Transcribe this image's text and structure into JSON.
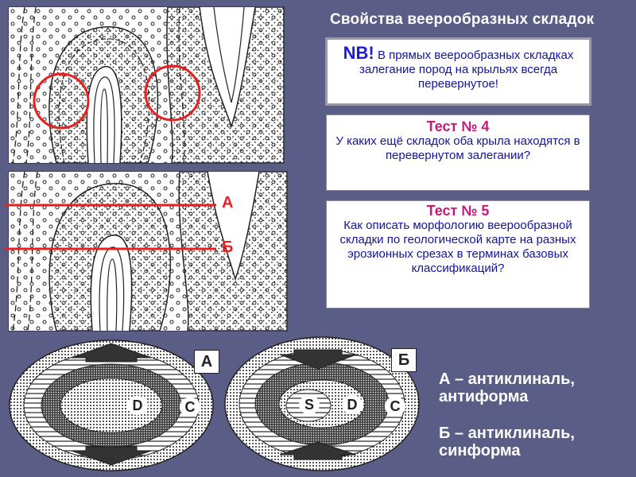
{
  "title": "Свойства веерообразных складок",
  "nb_box": {
    "prefix": "NB!",
    "text": "В прямых веерообразных складках залегание пород на крыльях всегда перевернутое!"
  },
  "test4": {
    "heading": "Тест № 4",
    "question": "У каких ещё складок оба крыла находятся в перевернутом залегании?"
  },
  "test5": {
    "heading": "Тест № 5",
    "question": "Как описать морфологию веерообразной складки по геологической карте на разных эрозионных срезах в терминах базовых классификаций?"
  },
  "section_labels": {
    "a": "А",
    "b": "Б"
  },
  "ellipse_a": {
    "label": "А",
    "layers": [
      "D",
      "C"
    ]
  },
  "ellipse_b": {
    "label": "Б",
    "layers": [
      "S",
      "D",
      "C"
    ]
  },
  "descriptions": {
    "a": "А – антиклиналь, антиформа",
    "b": "Б – антиклиналь, синформа"
  },
  "colors": {
    "background": "#5a5d86",
    "text_blue": "#14149a",
    "test_heading": "#c8177a",
    "red": "#e8201f"
  }
}
